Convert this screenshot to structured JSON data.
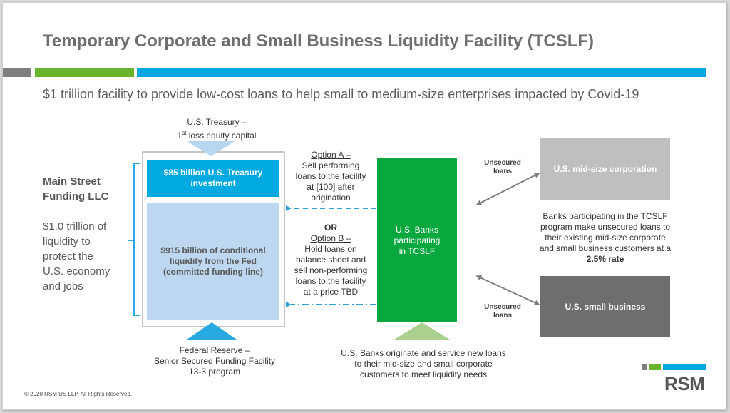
{
  "slide": {
    "title": "Temporary Corporate and Small Business Liquidity Facility (TCSLF)",
    "subtitle": "$1 trillion facility to provide low-cost loans to help small to medium-size enterprises impacted by Covid-19",
    "copyright": "© 2020 RSM US LLP. All Rights Reserved.",
    "logo_text": "RSM"
  },
  "colors": {
    "gray_bar": "#7f7f7f",
    "green_bar": "#6ab42d",
    "blue_bar": "#00a7e1",
    "treasury_box": "#00a9e0",
    "fed_box": "#bcd7ef",
    "banks_box": "#09a83f",
    "midsize_box": "#bfbfbf",
    "small_box": "#6e6e6e"
  },
  "diagram": {
    "left_heading_1": "Main Street",
    "left_heading_2": "Funding LLC",
    "left_text_1": "$1.0 trillion of",
    "left_text_2": "liquidity to",
    "left_text_3": "protect the",
    "left_text_4": "U.S. economy",
    "left_text_5": "and jobs",
    "treasury_label_1": "U.S. Treasury –",
    "treasury_label_2": "1",
    "treasury_label_sup": "st",
    "treasury_label_3": " loss equity capital",
    "treasury_box_1": "$85 billion U.S. Treasury",
    "treasury_box_2": "investment",
    "fed_box_1": "$915 billion of conditional",
    "fed_box_2": "liquidity from the Fed",
    "fed_box_3": "(committed funding line)",
    "fed_label_1": "Federal Reserve –",
    "fed_label_2": "Senior Secured Funding Facility",
    "fed_label_3": "13-3 program",
    "option_a_title": "Option A –",
    "option_a_1": "Sell performing",
    "option_a_2": "loans to the facility",
    "option_a_3": "at [100] after",
    "option_a_4": "origination",
    "or_label": "OR",
    "option_b_title": "Option B –",
    "option_b_1": "Hold loans on",
    "option_b_2": "balance sheet and",
    "option_b_3": "sell non-performing",
    "option_b_4": "loans to the facility",
    "option_b_5": "at a price TBD",
    "banks_box_1": "U.S. Banks",
    "banks_box_2": "participating",
    "banks_box_3": "in TCSLF",
    "banks_label_1": "U.S. Banks originate and service new loans",
    "banks_label_2": "to their mid-size and small corporate",
    "banks_label_3": "customers to meet liquidity needs",
    "unsecured_top_1": "Unsecured",
    "unsecured_top_2": "loans",
    "unsecured_bottom_1": "Unsecured",
    "unsecured_bottom_2": "loans",
    "midsize_box": "U.S. mid-size corporation",
    "small_box": "U.S. small business",
    "right_text_1": "Banks participating in the TCSLF",
    "right_text_2": "program make unsecured loans to",
    "right_text_3": "their existing mid-size corporate",
    "right_text_4": "and small business customers at a",
    "right_text_5": "2.5% rate"
  }
}
